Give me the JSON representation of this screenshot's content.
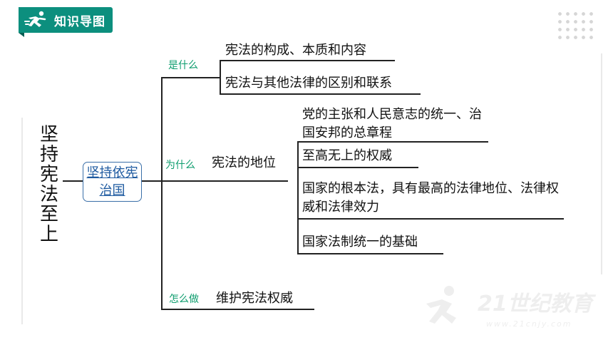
{
  "header": {
    "title": "知识导图",
    "icon": "runner-icon"
  },
  "diagram": {
    "root": "坚持宪法至上",
    "center": "坚持依宪治国",
    "branches": [
      {
        "label": "是什么",
        "items": [
          "宪法的构成、本质和内容",
          "宪法与其他法律的区别和联系"
        ]
      },
      {
        "label": "为什么",
        "node": "宪法的地位",
        "items": [
          "党的主张和人民意志的统一、治国安邦的总章程",
          "至高无上的权威",
          "国家的根本法，具有最高的法律地位、法律权威和法律效力",
          "国家法制统一的基础"
        ]
      },
      {
        "label": "怎么做",
        "node": "维护宪法权威"
      }
    ]
  },
  "watermark": {
    "text": "21世纪教育",
    "url": "www.21cnjy.com"
  },
  "colors": {
    "accent": "#0c8f7e",
    "label": "#0e9d6e",
    "center_border": "#3a6fa8"
  }
}
